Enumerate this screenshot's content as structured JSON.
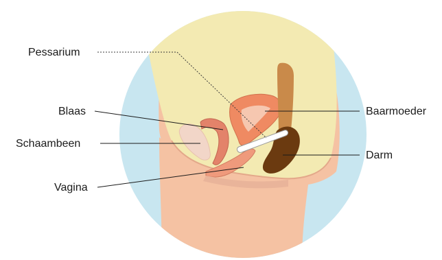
{
  "labels": {
    "pessarium": "Pessarium",
    "blaas": "Blaas",
    "schaambeen": "Schaambeen",
    "vagina": "Vagina",
    "baarmoeder": "Baarmoeder",
    "darm": "Darm"
  },
  "colors": {
    "circle_background": "#c8e6f0",
    "body_skin": "#f5c2a3",
    "abdomen_cream": "#f3eab2",
    "bladder": "#e3836a",
    "uterus": "#ef8a62",
    "bowel_dark": "#6b3a10",
    "bowel_light": "#c98a4a",
    "pubic_bone": "#f2d6c8",
    "pessary": "#ffffff"
  }
}
